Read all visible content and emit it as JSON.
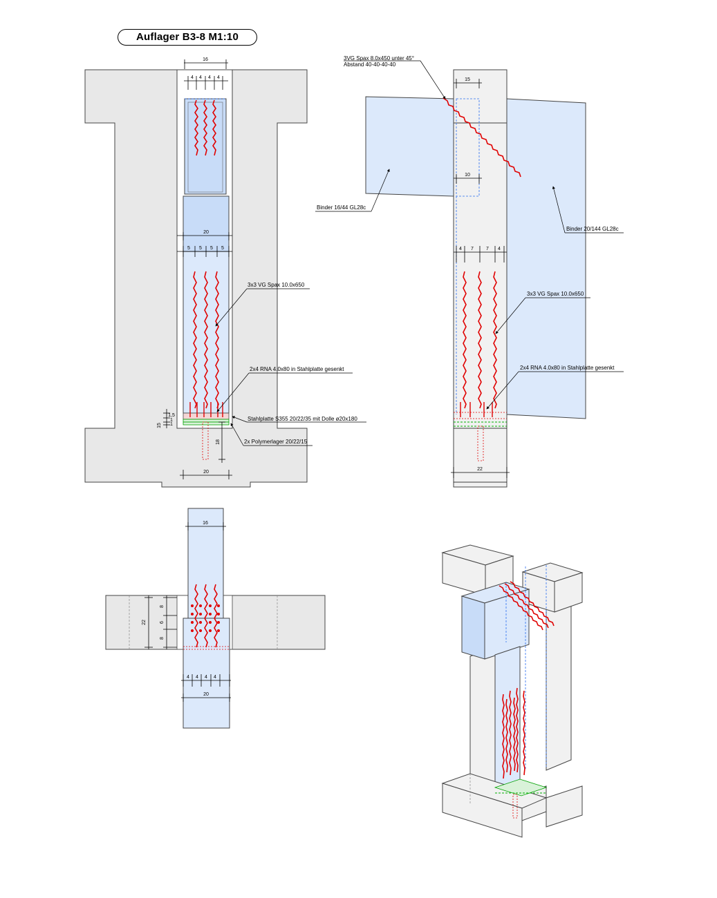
{
  "title": "Auflager B3-8  M1:10",
  "front_view": {
    "dims": {
      "top_width": "16",
      "top_spacing": [
        "4",
        "4",
        "4",
        "4"
      ],
      "mid_width": "20",
      "mid_spacing": [
        "5",
        "5",
        "5",
        "5"
      ],
      "side_small": [
        "15",
        "1,5",
        "1",
        "1"
      ],
      "dowel_depth": "18",
      "bottom_width": "20"
    },
    "labels": {
      "screws": "3x3 VG Spax 10.0x650",
      "nails": "2x4 RNA 4.0x80 in Stahlplatte gesenkt",
      "plate": "Stahlplatte S355 20/22/35 mit Dolle ø20x180",
      "bearing": "2x Polymerlager 20/22/15"
    }
  },
  "side_view": {
    "dims": {
      "top": "15",
      "inner": "10",
      "spacing": [
        "4",
        "7",
        "7",
        "4"
      ],
      "bottom": "22"
    },
    "labels": {
      "diag_screw_line1": "3VG Spax 8.0x450 unter 45°",
      "diag_screw_line2": "Abstand 40-40-40-40",
      "binder_left": "Binder 16/44 GL28c",
      "binder_right": "Binder 20/144 GL28c",
      "screws": "3x3 VG Spax 10.0x650",
      "nails": "2x4 RNA 4.0x80 in Stahlplatte gesenkt"
    }
  },
  "plan_view": {
    "dims": {
      "top": "16",
      "left_total": "22",
      "left_spacing": [
        "8",
        "6",
        "8"
      ],
      "bottom_spacing": [
        "4",
        "4",
        "4",
        "4"
      ],
      "bottom": "20"
    }
  },
  "colors": {
    "concrete": "#e8e8e8",
    "timber": "#dce9fb",
    "screws": "#e00000",
    "bearing": "#00b000",
    "hidden_blue": "#2a6df0"
  }
}
